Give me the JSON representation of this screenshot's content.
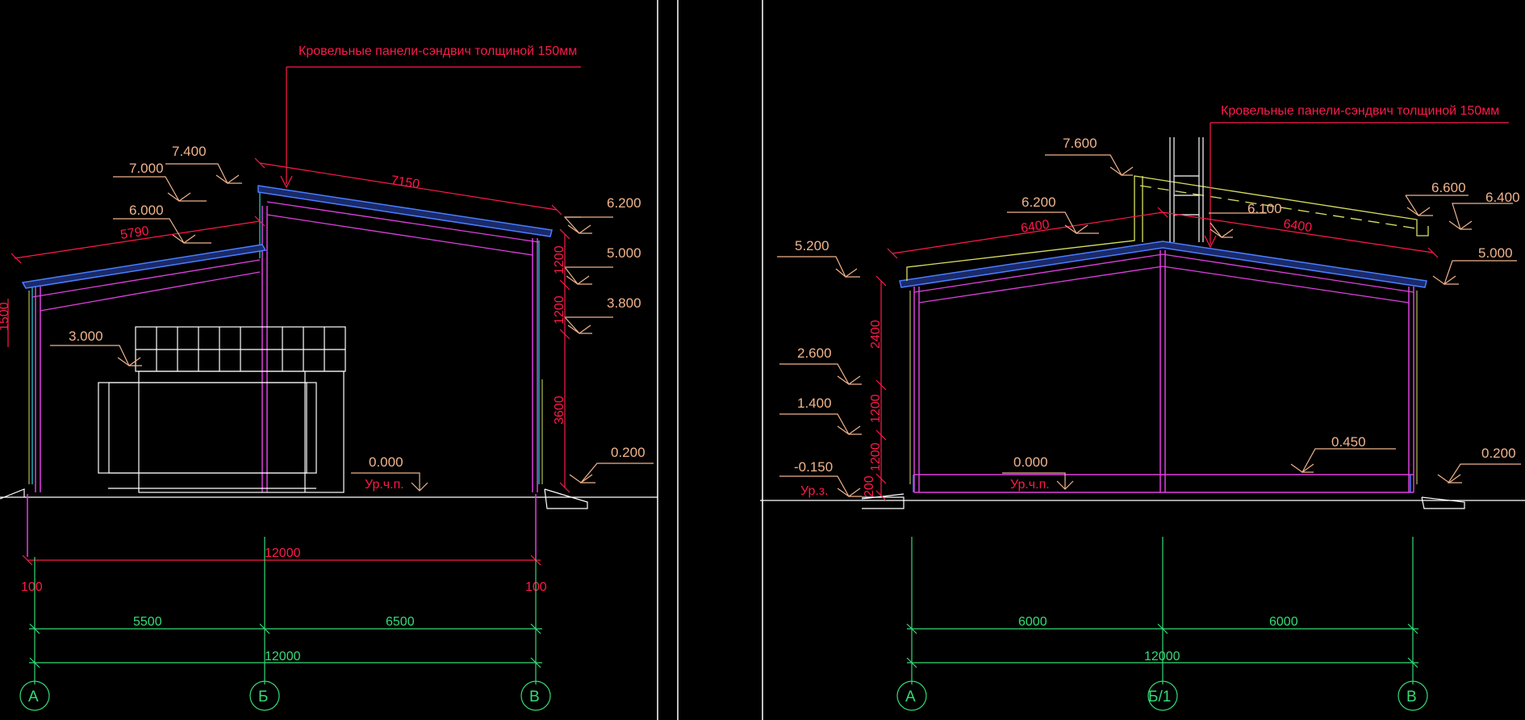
{
  "colors": {
    "background": "#000000",
    "frame": "#ffffff",
    "note": "#ff1a4a",
    "dimension_red": "#ff1a4a",
    "dimension_green": "#33dd77",
    "level_mark": "#f0b48c",
    "structure_magenta": "#e040e0",
    "roof_blue": "#4a7dff",
    "parapet_yellow": "#d8e060",
    "cyan": "#22d8e0"
  },
  "left_section": {
    "roof_note": "Кровельные панели-сэндвич толщиной 150мм",
    "levels": [
      "7.400",
      "7.000",
      "6.000",
      "6.200",
      "5.000",
      "3.800",
      "3.000",
      "0.000",
      "0.200"
    ],
    "ground_label": "Ур.ч.п.",
    "slope_dims": [
      "7150",
      "5790"
    ],
    "vertical_dims": [
      "1200",
      "1200",
      "3600",
      "1500"
    ],
    "overall_dim": "12000",
    "offset_dims": [
      "100",
      "100"
    ],
    "span_dims": [
      "5500",
      "6500"
    ],
    "total_dim": "12000",
    "axes": [
      "А",
      "Б",
      "В"
    ]
  },
  "right_section": {
    "roof_note": "Кровельные панели-сэндвич толщиной 150мм",
    "levels": [
      "7.600",
      "6.200",
      "6.100",
      "6.600",
      "6.400",
      "5.200",
      "5.000",
      "2.600",
      "1.400",
      "-0.150",
      "0.000",
      "0.450",
      "0.200"
    ],
    "ground_labels": [
      "Ур.з.",
      "Ур.ч.п."
    ],
    "slope_dims": [
      "6400",
      "6400"
    ],
    "vertical_dims": [
      "2400",
      "1200",
      "1200",
      "200"
    ],
    "span_dims": [
      "6000",
      "6000"
    ],
    "total_dim": "12000",
    "axes": [
      "А",
      "Б/1",
      "В"
    ]
  }
}
